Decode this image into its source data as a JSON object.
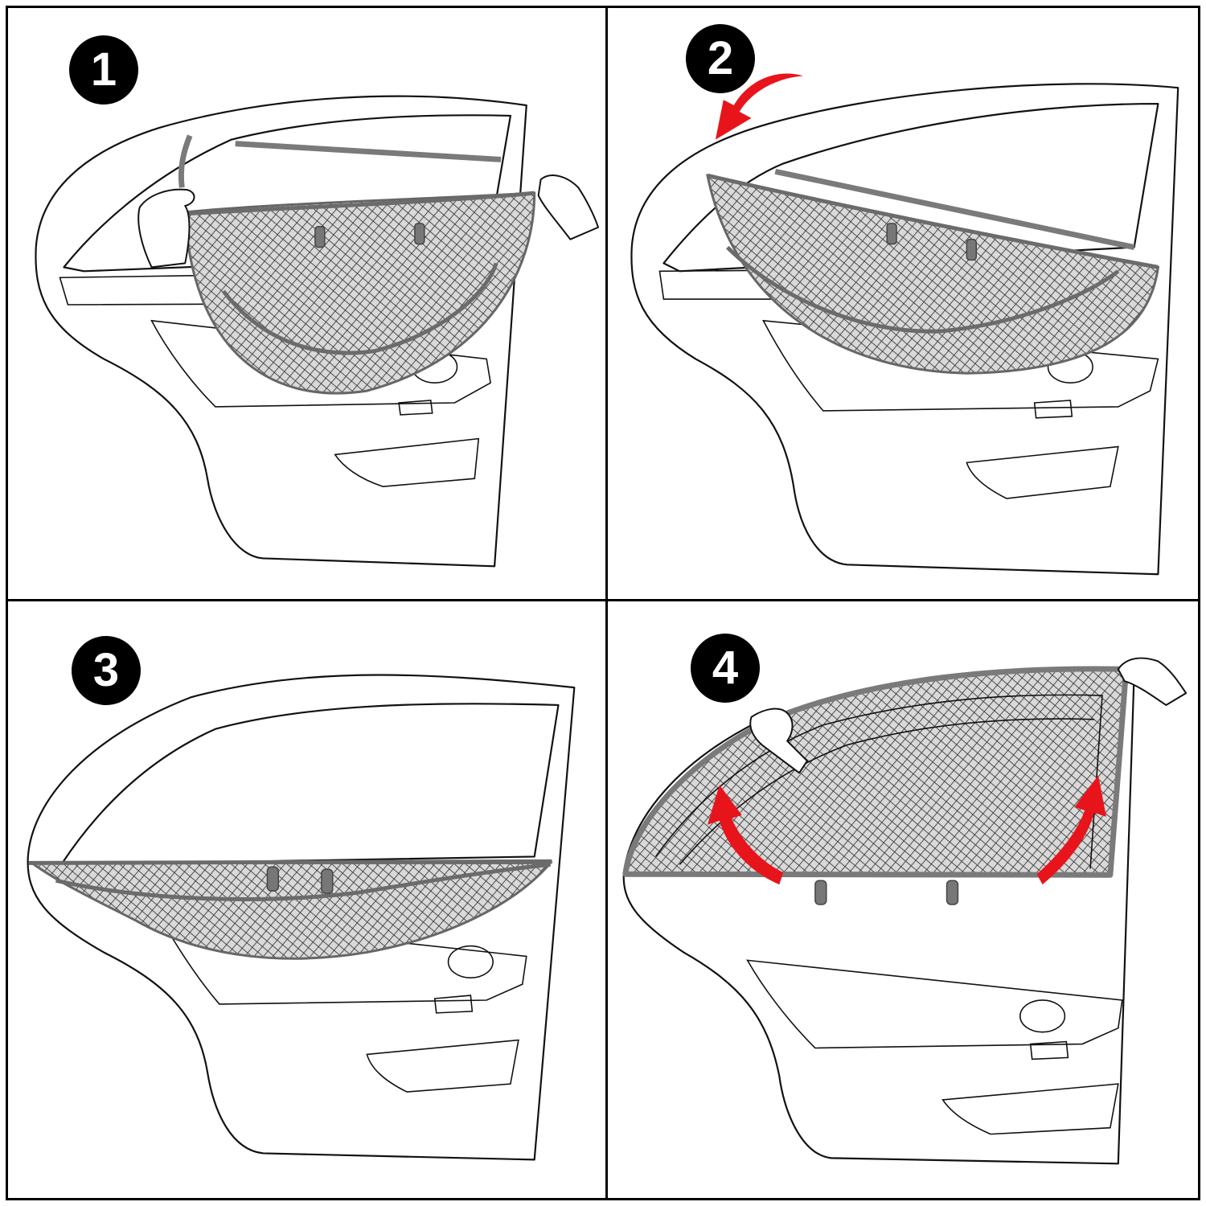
{
  "steps": [
    {
      "number": "1"
    },
    {
      "number": "2"
    },
    {
      "number": "3"
    },
    {
      "number": "4"
    }
  ],
  "colors": {
    "badge": "#000000",
    "badge_text": "#ffffff",
    "mesh": "#7a7a7a",
    "arrow": "#e8141b",
    "border": "#000000"
  },
  "icons": [
    "car-door-icon",
    "mesh-sunshade-icon",
    "hand-icon",
    "curved-arrow-icon"
  ]
}
